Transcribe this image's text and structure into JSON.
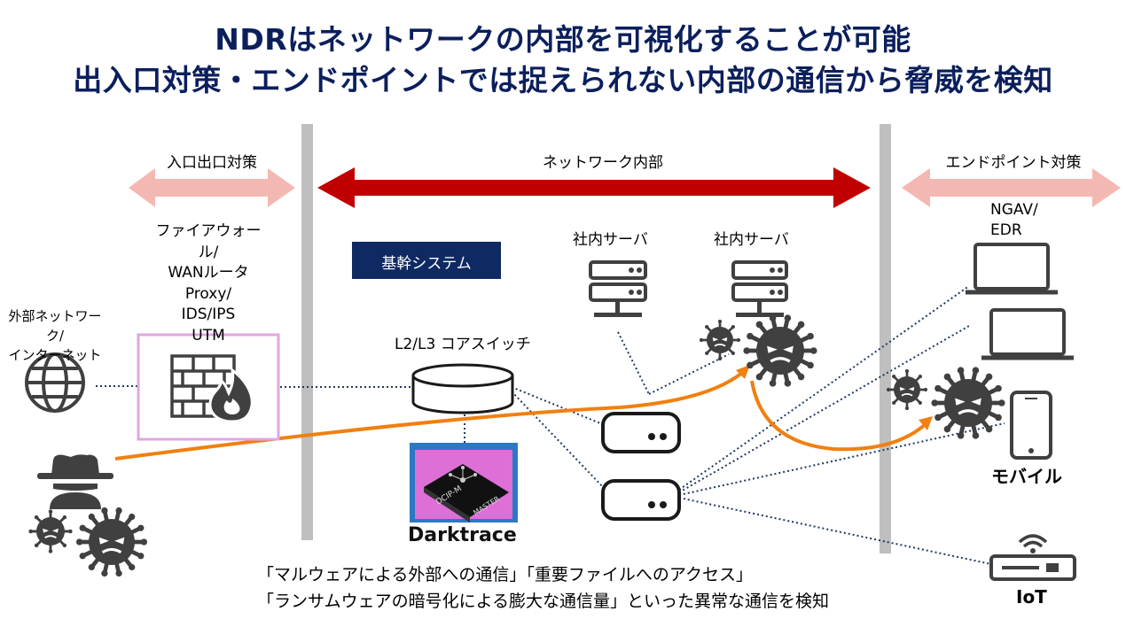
{
  "title": {
    "line1": "NDRはネットワークの内部を可視化することが可能",
    "line2": "出入口対策・エンドポイントでは捉えられない内部の通信から脅威を検知"
  },
  "zones": {
    "perimeter": "入口出口対策",
    "internal": "ネットワーク内部",
    "endpoint": "エンドポイント対策"
  },
  "labels": {
    "firewall": [
      "ファイアウォール/",
      "WANルータ",
      "Proxy/",
      "IDS/IPS",
      "UTM"
    ],
    "external": [
      "外部ネットワーク/",
      "インターネット"
    ],
    "backbone": "基幹システム",
    "core_switch": "L2/L3 コアスイッチ",
    "server1": "社内サーバ",
    "server2": "社内サーバ",
    "endpoint_sw": [
      "NGAV/",
      "EDR"
    ],
    "mobile": "モバイル",
    "iot": "IoT",
    "darktrace": "Darktrace",
    "appliance_text1": "DCIP-M",
    "appliance_text2": "MASTER"
  },
  "notes": {
    "line1": "「マルウェアによる外部への通信」「重要ファイルへのアクセス」",
    "line2": "「ランサムウェアの暗号化による膨大な通信量」といった異常な通信を検知"
  },
  "colors": {
    "title": "#0b1f5c",
    "internal_arrow": "#c00000",
    "side_arrow": "#f4b8b2",
    "threat_path": "#f08010",
    "divider": "#bfbfbf",
    "firewall_border": "#e2a6e0",
    "backbone_bg": "#0f2a63",
    "icon": "#404040",
    "darktrace_bg": "#dd6fd6",
    "darktrace_frame": "#2b78c4",
    "link": "#1f3864"
  }
}
